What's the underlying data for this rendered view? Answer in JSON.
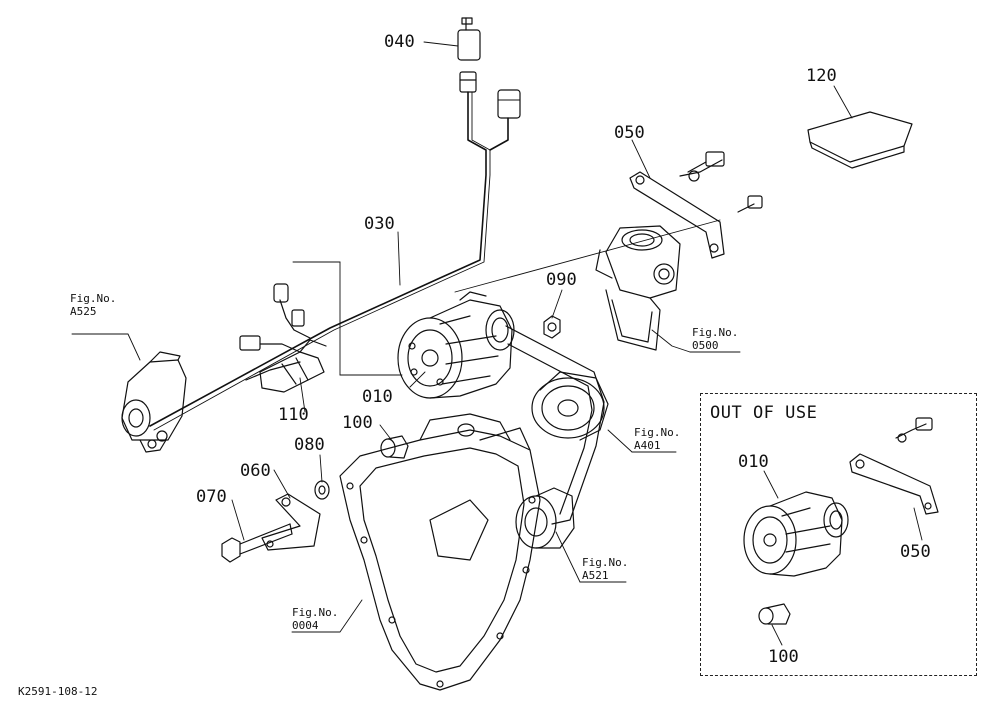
{
  "parts": {
    "p040": "040",
    "p120": "120",
    "p050": "050",
    "p030": "030",
    "p090": "090",
    "p010": "010",
    "p110": "110",
    "p100": "100",
    "p080": "080",
    "p060": "060",
    "p070": "070"
  },
  "figs": {
    "a525": {
      "label": "Fig.No.",
      "num": "A525"
    },
    "f0500": {
      "label": "Fig.No.",
      "num": "0500"
    },
    "a401": {
      "label": "Fig.No.",
      "num": "A401"
    },
    "a521": {
      "label": "Fig.No.",
      "num": "A521"
    },
    "f0004": {
      "label": "Fig.No.",
      "num": "0004"
    }
  },
  "inset": {
    "title": "OUT OF USE",
    "p010": "010",
    "p050": "050",
    "p100": "100"
  },
  "drawing_ref": "K2591-108-12"
}
